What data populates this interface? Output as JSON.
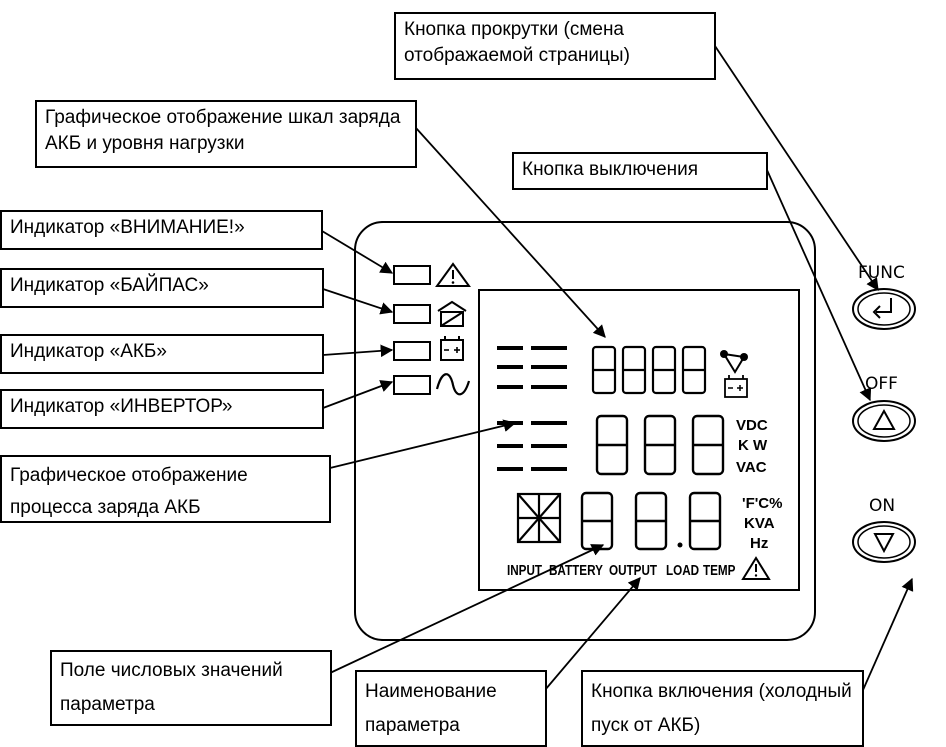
{
  "callouts": {
    "scroll_button": "Кнопка прокрутки (смена отображаемой страницы)",
    "graphic_scales": "Графическое отображение шкал заряда АКБ и уровня нагрузки",
    "off_button": "Кнопка выключения",
    "warning": "Индикатор «ВНИМАНИЕ!»",
    "bypass": "Индикатор «БАЙПАС»",
    "battery": "Индикатор «АКБ»",
    "inverter": "Индикатор «ИНВЕРТОР»",
    "charge_process": "Графическое отображение процесса заряда АКБ",
    "numeric_field": "Поле числовых значений параметра",
    "param_name": "Наименование параметра",
    "on_button": "Кнопка включения (холодный пуск от АКБ)"
  },
  "buttons": {
    "func": "FUNC",
    "off": "OFF",
    "on": "ON"
  },
  "lcd": {
    "units_row2": [
      "VDC",
      "K W",
      "VAC"
    ],
    "units_row3": [
      "'F'C%",
      "KVA",
      "Hz"
    ],
    "bottom_labels": [
      "INPUT",
      "BATTERY",
      "OUTPUT",
      "LOAD",
      "TEMP"
    ]
  },
  "icons": [
    "warning-icon",
    "bypass-icon",
    "battery-icon",
    "inverter-sine-icon",
    "fan-icon",
    "enter-icon",
    "triangle-up-icon",
    "triangle-down-icon"
  ]
}
